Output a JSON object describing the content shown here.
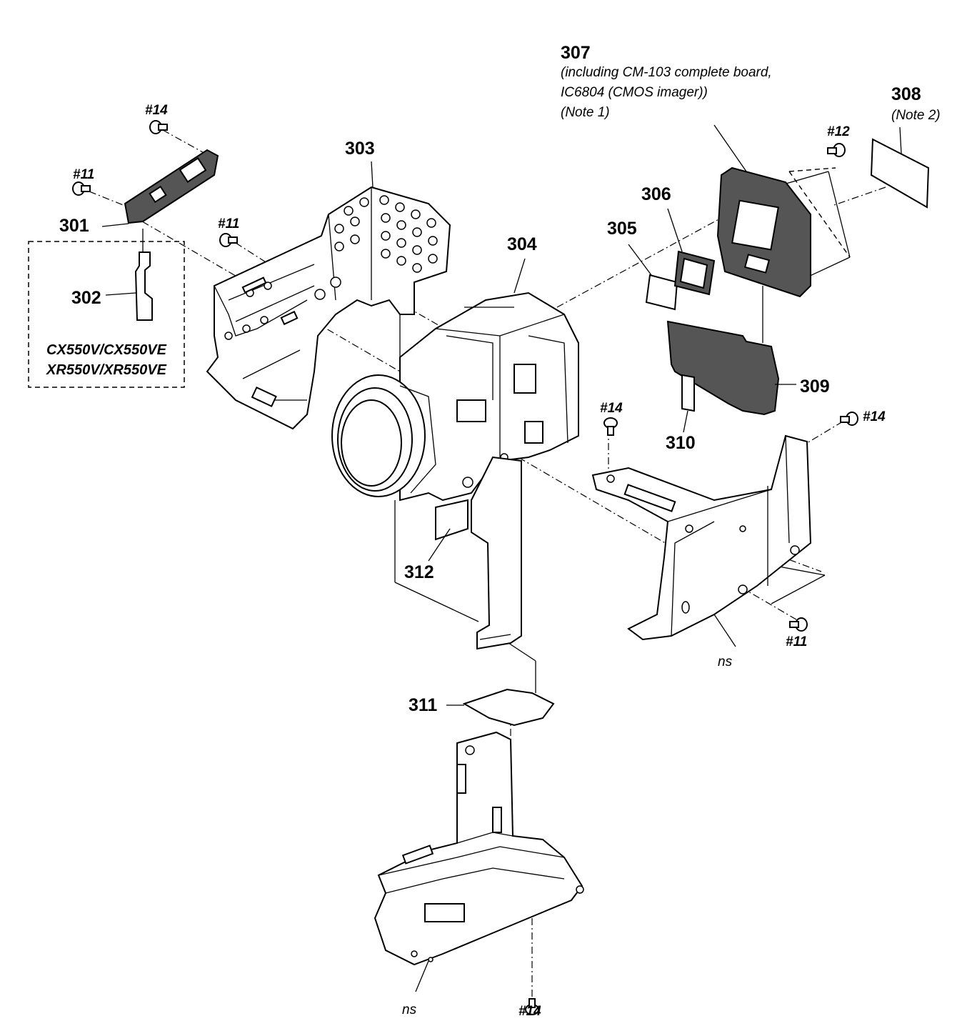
{
  "parts": {
    "p301": "301",
    "p302": "302",
    "p303": "303",
    "p304": "304",
    "p305": "305",
    "p306": "306",
    "p307": "307",
    "p307_note_line1": "(including CM-103 complete board,",
    "p307_note_line2": "IC6804 (CMOS imager))",
    "p307_note_line3": "(Note 1)",
    "p308": "308",
    "p308_note": "(Note 2)",
    "p309": "309",
    "p310": "310",
    "p311": "311",
    "p312": "312"
  },
  "screws": {
    "s14_top": "#14",
    "s11_left": "#11",
    "s11_frame": "#11",
    "s12": "#12",
    "s14_mid": "#14",
    "s14_right": "#14",
    "s11_bottom_right": "#11",
    "s14_bottom": "#14"
  },
  "variant_box": {
    "line1": "CX550V/CX550VE",
    "line2": "XR550V/XR550VE"
  },
  "not_supplied": {
    "right": "ns",
    "bottom": "ns"
  }
}
